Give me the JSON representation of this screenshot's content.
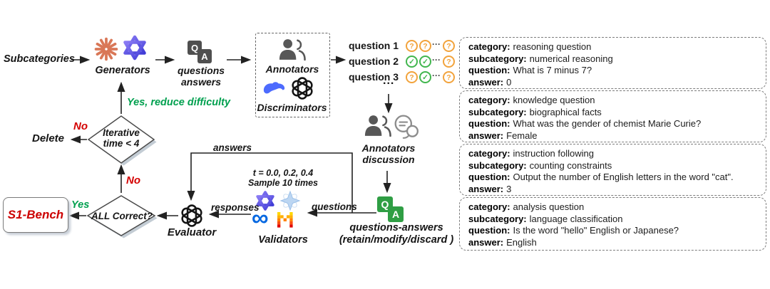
{
  "flow": {
    "subcategories_label": "Subcategories",
    "generators_label": "Generators",
    "qa_label_line1": "questions",
    "qa_label_line2": "answers",
    "annotators_label": "Annotators",
    "discriminators_label": "Discriminators",
    "questions": [
      {
        "label": "question 1",
        "marks": [
          "question",
          "question",
          "ellipsis",
          "question"
        ]
      },
      {
        "label": "question 2",
        "marks": [
          "check",
          "check",
          "ellipsis",
          "question"
        ]
      },
      {
        "label": "question 3",
        "marks": [
          "question",
          "check",
          "ellipsis",
          "question"
        ]
      }
    ],
    "ellipsis_label": "...",
    "discussion_line1": "Annotators",
    "discussion_line2": "discussion",
    "qa_green_line1": "questions-answers",
    "qa_green_line2": "(retain/modify/discard )",
    "validators_note_line1": "t = 0.0, 0.2, 0.4",
    "validators_note_line2": "Sample 10 times",
    "validators_label": "Validators",
    "evaluator_label": "Evaluator",
    "edge_answers": "answers",
    "edge_questions": "questions",
    "edge_responses": "responses",
    "edge_yes_reduce": "Yes, reduce difficulty",
    "edge_no_top": "No",
    "edge_no_bottom": "No",
    "edge_yes": "Yes",
    "decision_iterative_line1": "Iterative",
    "decision_iterative_line2": "time < 4",
    "decision_all_correct": "ALL Correct?",
    "delete_label": "Delete",
    "s1bench_label": "S1-Bench",
    "q_tile_glyph": "Q",
    "a_tile_glyph": "A"
  },
  "icons": {
    "meta_infinity_glyph": "∞"
  },
  "mark_glyphs": {
    "question": "?",
    "check": "✓",
    "ellipsis": "···"
  },
  "example_labels": {
    "category": "category:",
    "subcategory": "subcategory:",
    "question": "question:",
    "answer": "answer:"
  },
  "examples": [
    {
      "category": "reasoning question",
      "subcategory": "numerical reasoning",
      "question": "What is 7 minus 7?",
      "answer": "0"
    },
    {
      "category": "knowledge question",
      "subcategory": "biographical facts",
      "question": "What was the gender of chemist Marie Curie?",
      "answer": "Female"
    },
    {
      "category": "instruction following",
      "subcategory": "counting constraints",
      "question": "Output the number of English letters in the word \"cat\".",
      "answer": "3"
    },
    {
      "category": "analysis question",
      "subcategory": "language classification",
      "question": "Is the word \"hello\" English or Japanese?",
      "answer": "English"
    }
  ],
  "colors": {
    "arrow": "#222222",
    "accent_green": "#00a04f",
    "accent_red": "#d40000",
    "s1bench_red": "#cc0000",
    "claude_orange": "#d97757",
    "qwen_purple": "#5b4ee0",
    "deepseek_blue": "#4d6bfe",
    "meta_blue": "#0668E1",
    "openai_black": "#141414",
    "question_circle_orange": "#f2a33c",
    "check_circle_green": "#41b64e",
    "qa_dark_tile": "#4f4f4f",
    "qa_green_tile": "#2f9e44"
  }
}
